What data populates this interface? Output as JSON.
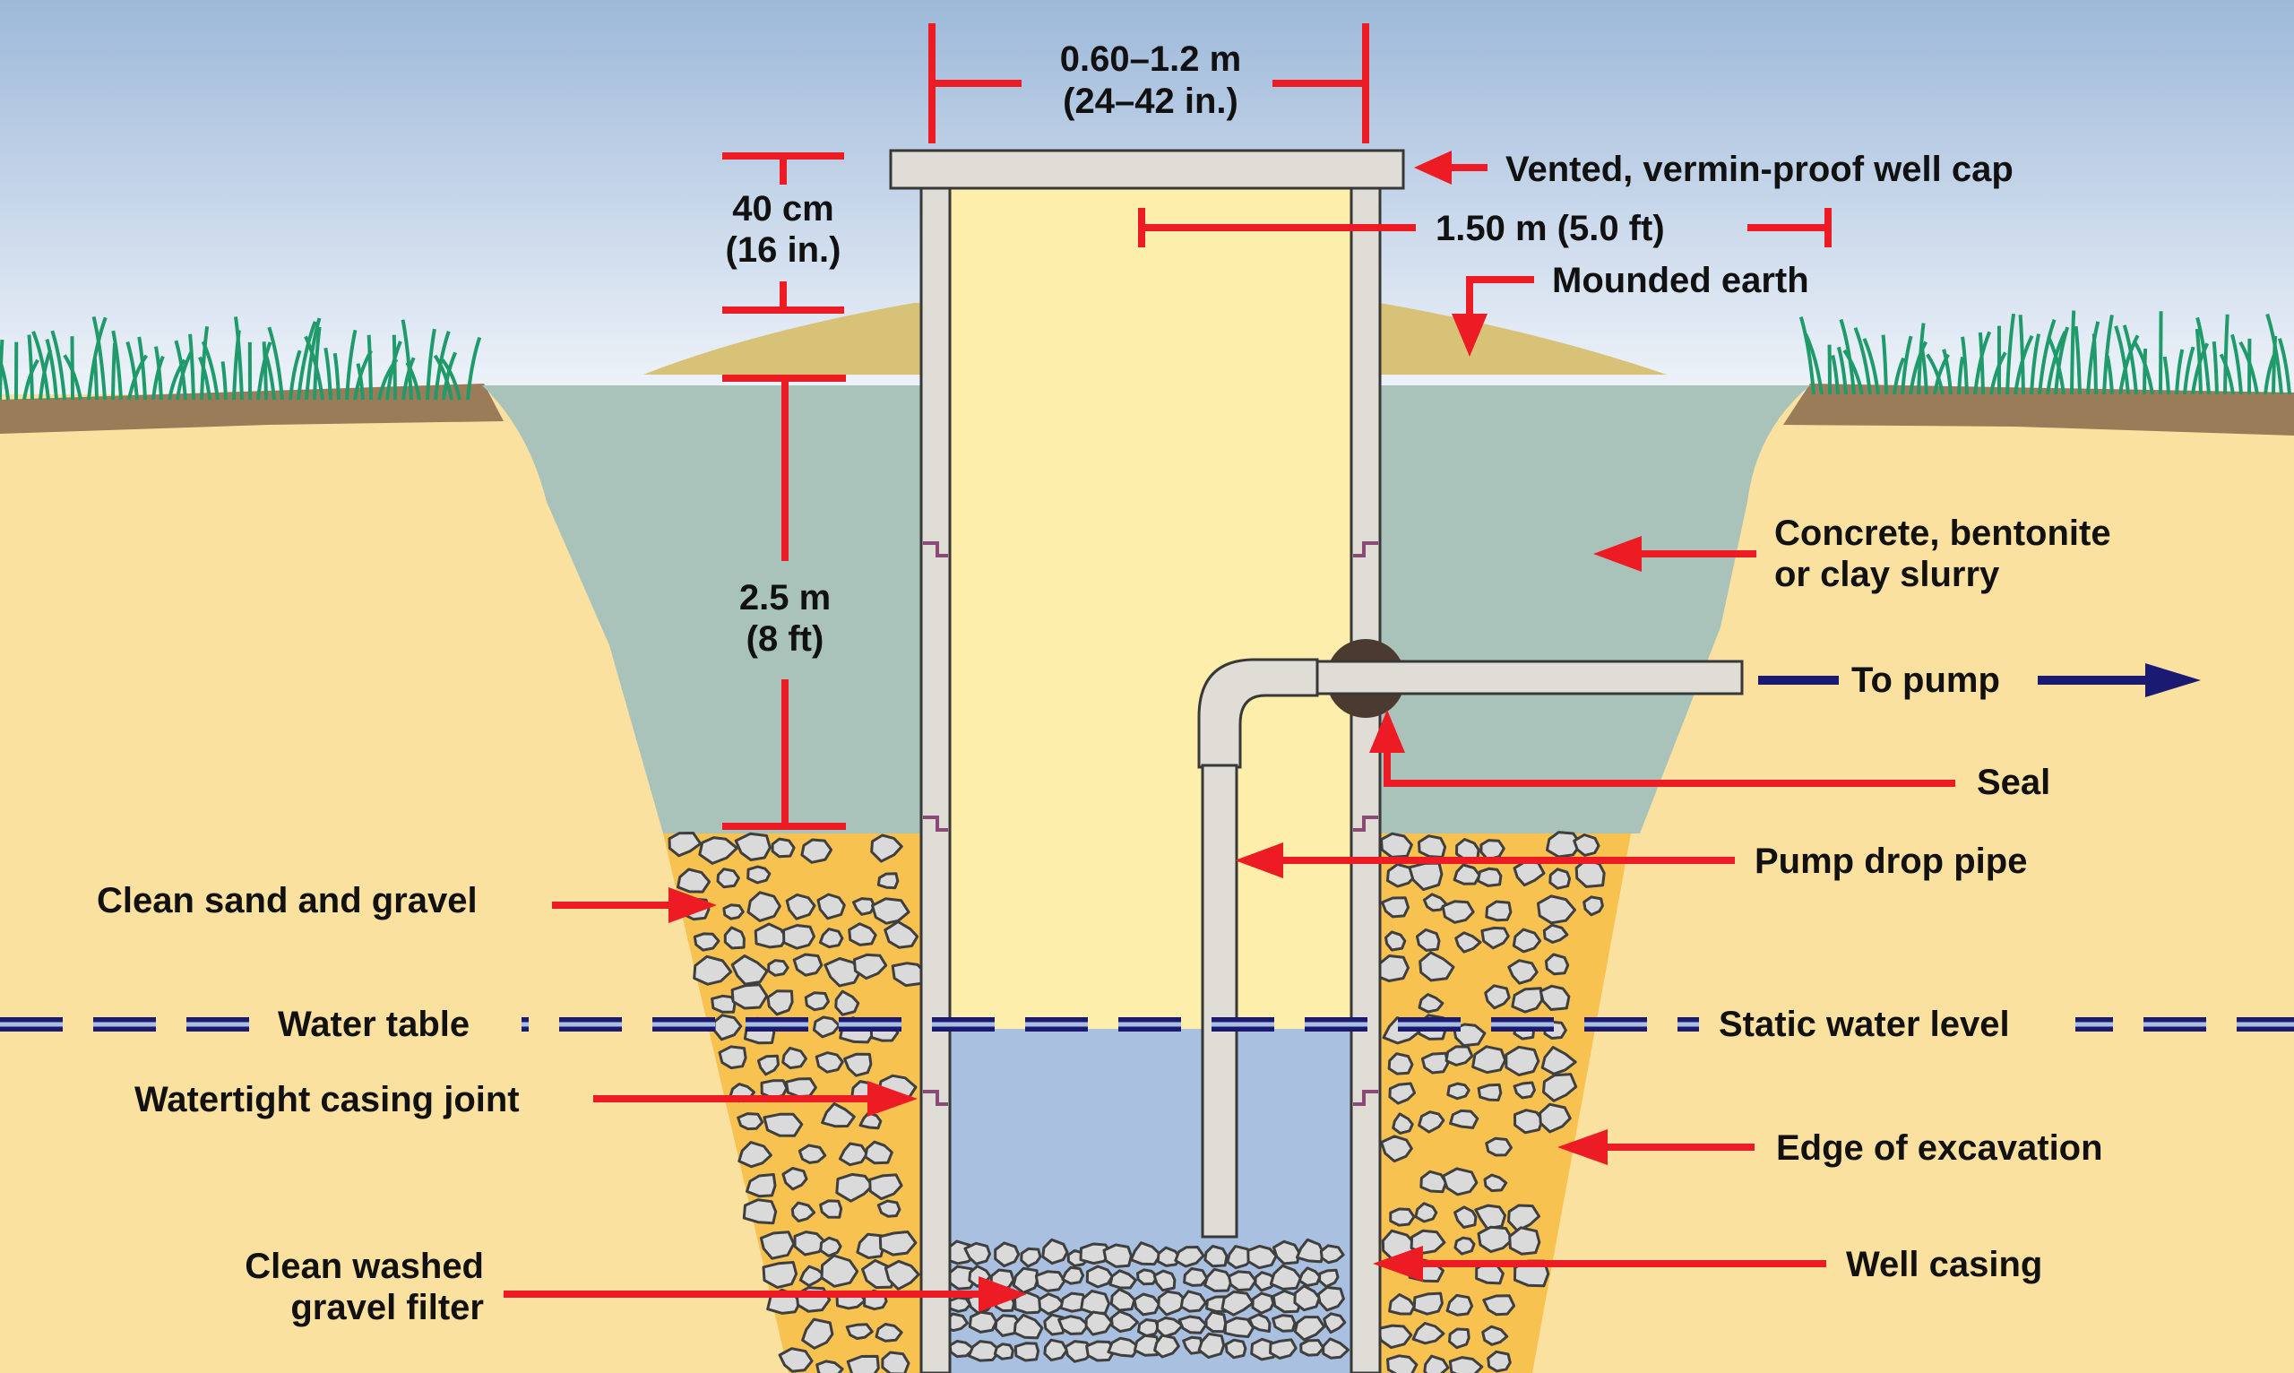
{
  "colors": {
    "sky_top": "#9db8d9",
    "sky_bottom": "#f2f6fb",
    "soil": "#fbe1a0",
    "topsoil": "#9a7c58",
    "grass": "#1f9a6a",
    "slurry": "#a9c3bb",
    "mound": "#d8c277",
    "gravel_fill": "#f7c24f",
    "stone_fill": "#dadada",
    "stone_stroke": "#3f3f3f",
    "casing": "#e0dcd6",
    "casing_stroke": "#383838",
    "well_interior": "#fdefab",
    "water": "#a9c0e0",
    "arrow_red": "#ed1c24",
    "navy": "#1b1a73",
    "seal": "#4a3a30",
    "joint": "#8a4a78"
  },
  "labels": {
    "well_cap": "Vented, vermin-proof well cap",
    "mounded_earth": "Mounded earth",
    "slurry_line1": "Concrete, bentonite",
    "slurry_line2": "or clay slurry",
    "to_pump": "To pump",
    "seal": "Seal",
    "pump_drop_pipe": "Pump drop pipe",
    "clean_sand_gravel": "Clean sand and gravel",
    "water_table": "Water table",
    "static_water_level": "Static water level",
    "casing_joint": "Watertight casing joint",
    "edge_excavation": "Edge of excavation",
    "gravel_filter_line1": "Clean washed",
    "gravel_filter_line2": "gravel filter",
    "well_casing": "Well casing"
  },
  "dimensions": {
    "cap_width_line1": "0.60–1.2 m",
    "cap_width_line2": "(24–42 in.)",
    "cap_height_line1": "40 cm",
    "cap_height_line2": "(16 in.)",
    "seal_depth_line1": "2.5 m",
    "seal_depth_line2": "(8 ft)",
    "mound_radius": "1.50 m (5.0 ft)"
  }
}
